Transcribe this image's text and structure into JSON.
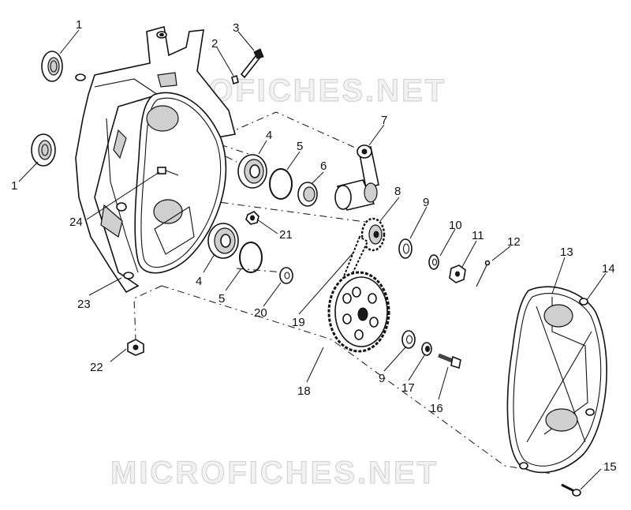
{
  "watermark": {
    "top": "MICROFICHES.NET",
    "bottom": "MICROFICHES.NET"
  },
  "callouts": [
    {
      "key": "c1a",
      "label": "1"
    },
    {
      "key": "c1b",
      "label": "1"
    },
    {
      "key": "c2",
      "label": "2"
    },
    {
      "key": "c3",
      "label": "3"
    },
    {
      "key": "c4a",
      "label": "4"
    },
    {
      "key": "c4b",
      "label": "4"
    },
    {
      "key": "c5a",
      "label": "5"
    },
    {
      "key": "c5b",
      "label": "5"
    },
    {
      "key": "c6",
      "label": "6"
    },
    {
      "key": "c7",
      "label": "7"
    },
    {
      "key": "c8",
      "label": "8"
    },
    {
      "key": "c9a",
      "label": "9"
    },
    {
      "key": "c9b",
      "label": "9"
    },
    {
      "key": "c10",
      "label": "10"
    },
    {
      "key": "c11",
      "label": "11"
    },
    {
      "key": "c12",
      "label": "12"
    },
    {
      "key": "c13",
      "label": "13"
    },
    {
      "key": "c14",
      "label": "14"
    },
    {
      "key": "c15",
      "label": "15"
    },
    {
      "key": "c16",
      "label": "16"
    },
    {
      "key": "c17",
      "label": "17"
    },
    {
      "key": "c18",
      "label": "18"
    },
    {
      "key": "c19",
      "label": "19"
    },
    {
      "key": "c20",
      "label": "20"
    },
    {
      "key": "c21",
      "label": "21"
    },
    {
      "key": "c22",
      "label": "22"
    },
    {
      "key": "c23",
      "label": "23"
    },
    {
      "key": "c24",
      "label": "24"
    }
  ]
}
